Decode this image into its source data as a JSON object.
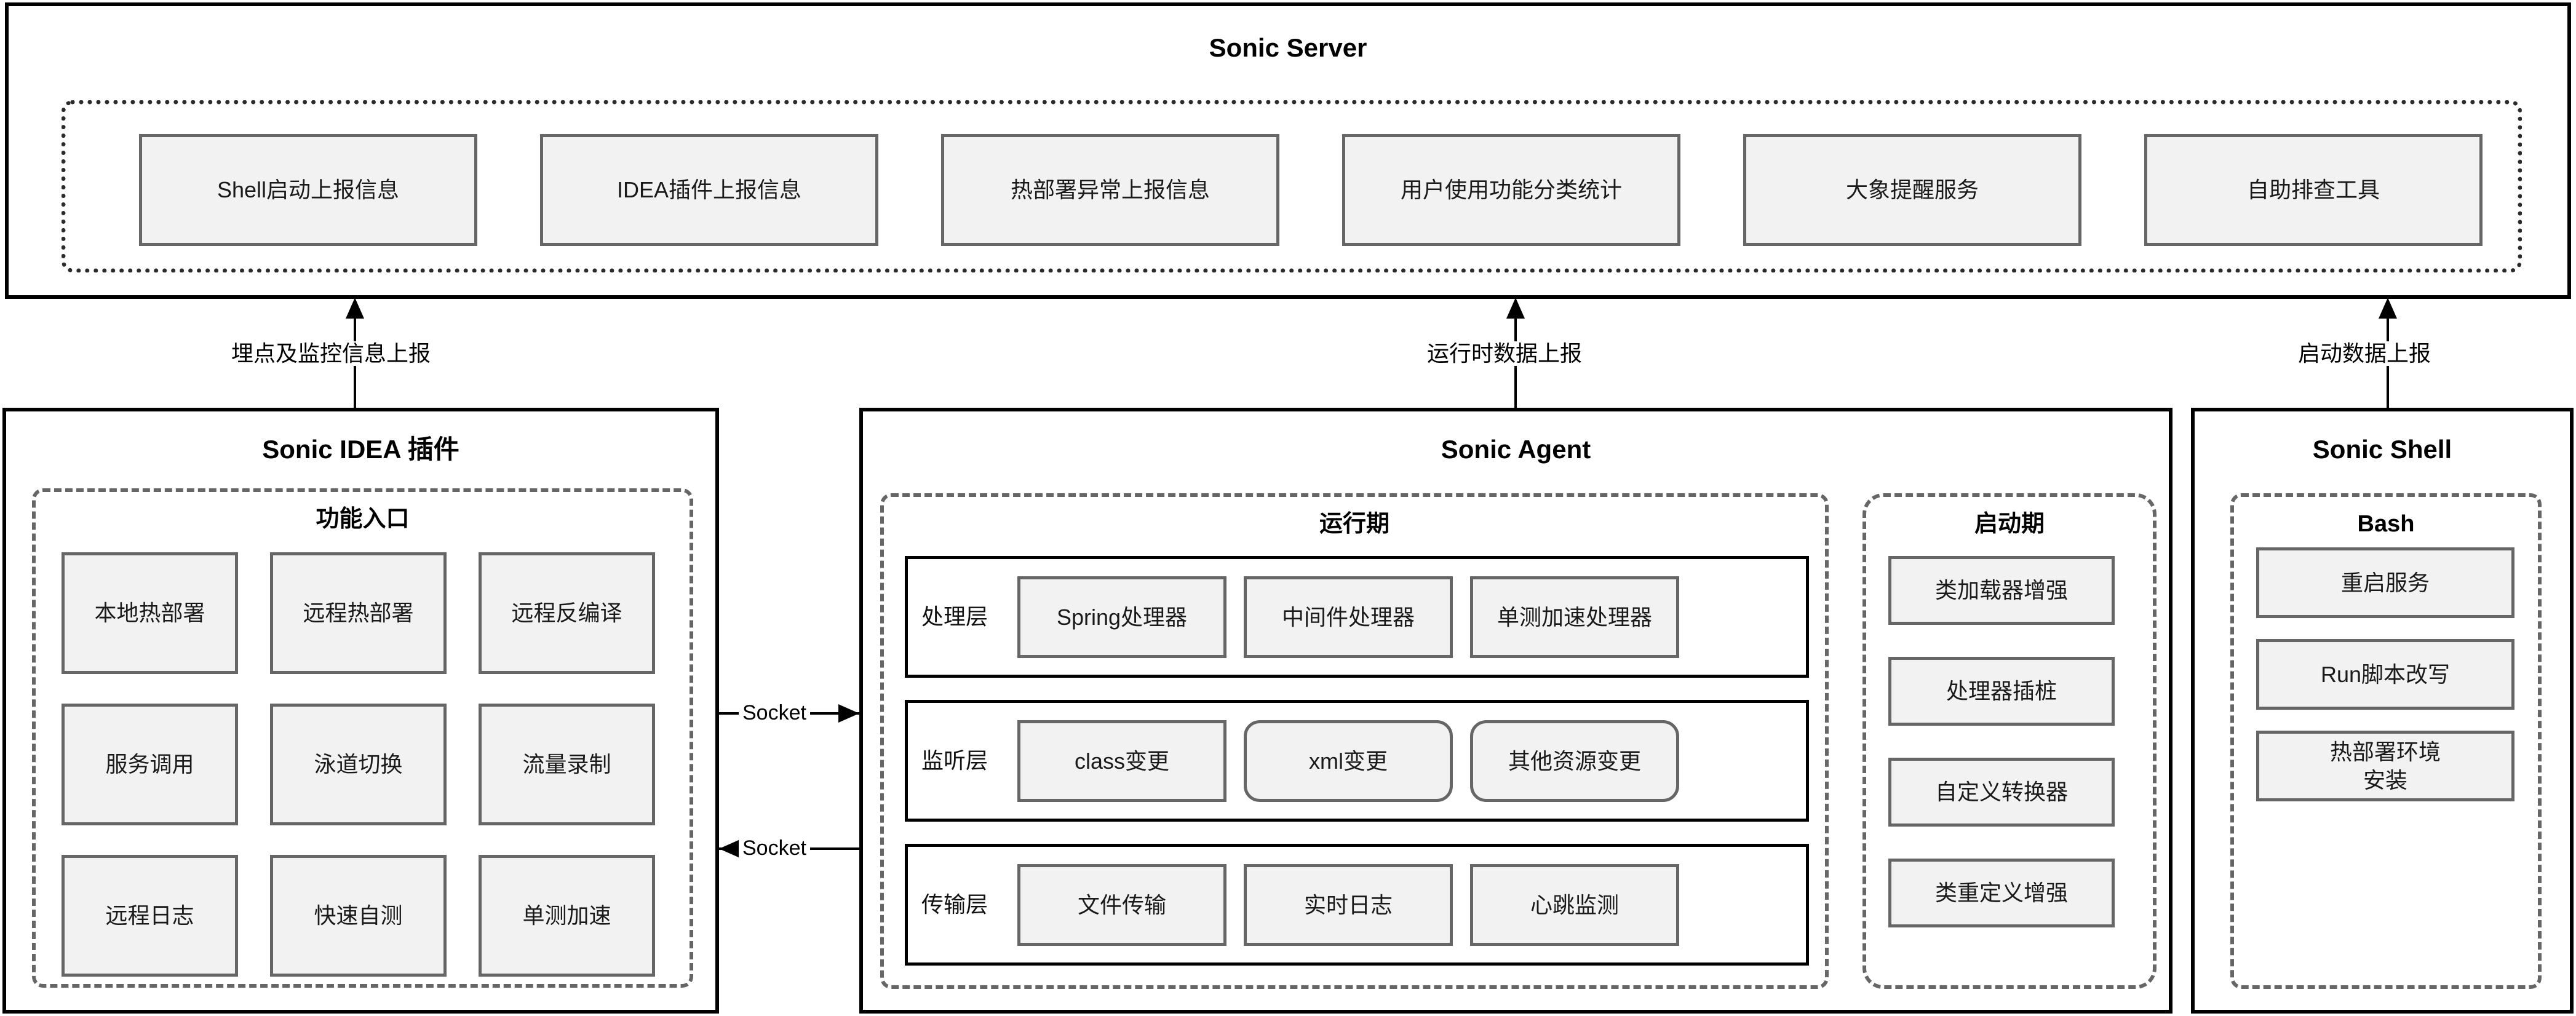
{
  "server": {
    "title": "Sonic Server",
    "modules": [
      "Shell启动上报信息",
      "IDEA插件上报信息",
      "热部署异常上报信息",
      "用户使用功能分类统计",
      "大象提醒服务",
      "自助排查工具"
    ]
  },
  "edges": {
    "idea_to_server": "埋点及监控信息上报",
    "agent_to_server": "运行时数据上报",
    "shell_to_server": "启动数据上报",
    "socket_out": "Socket",
    "socket_in": "Socket"
  },
  "idea_plugin": {
    "title": "Sonic IDEA 插件",
    "group_title": "功能入口",
    "features": [
      "本地热部署",
      "远程热部署",
      "远程反编译",
      "服务调用",
      "泳道切换",
      "流量录制",
      "远程日志",
      "快速自测",
      "单测加速"
    ]
  },
  "agent": {
    "title": "Sonic Agent",
    "runtime": {
      "group_title": "运行期",
      "layers": [
        {
          "label": "处理层",
          "items": [
            {
              "text": "Spring处理器",
              "round": false
            },
            {
              "text": "中间件处理器",
              "round": false
            },
            {
              "text": "单测加速处理器",
              "round": false
            }
          ]
        },
        {
          "label": "监听层",
          "items": [
            {
              "text": "class变更",
              "round": false
            },
            {
              "text": "xml变更",
              "round": true
            },
            {
              "text": "其他资源变更",
              "round": true
            }
          ]
        },
        {
          "label": "传输层",
          "items": [
            {
              "text": "文件传输",
              "round": false
            },
            {
              "text": "实时日志",
              "round": false
            },
            {
              "text": "心跳监测",
              "round": false
            }
          ]
        }
      ]
    },
    "startup": {
      "group_title": "启动期",
      "items": [
        "类加载器增强",
        "处理器插桩",
        "自定义转换器",
        "类重定义增强"
      ]
    }
  },
  "shell": {
    "title": "Sonic Shell",
    "group_title": "Bash",
    "items": [
      "重启服务",
      "Run脚本改写",
      "热部署环境\n安装"
    ]
  },
  "colors": {
    "stroke": "#000000",
    "cell_fill": "#f2f2f2",
    "cell_stroke": "#666666",
    "background": "#ffffff"
  }
}
